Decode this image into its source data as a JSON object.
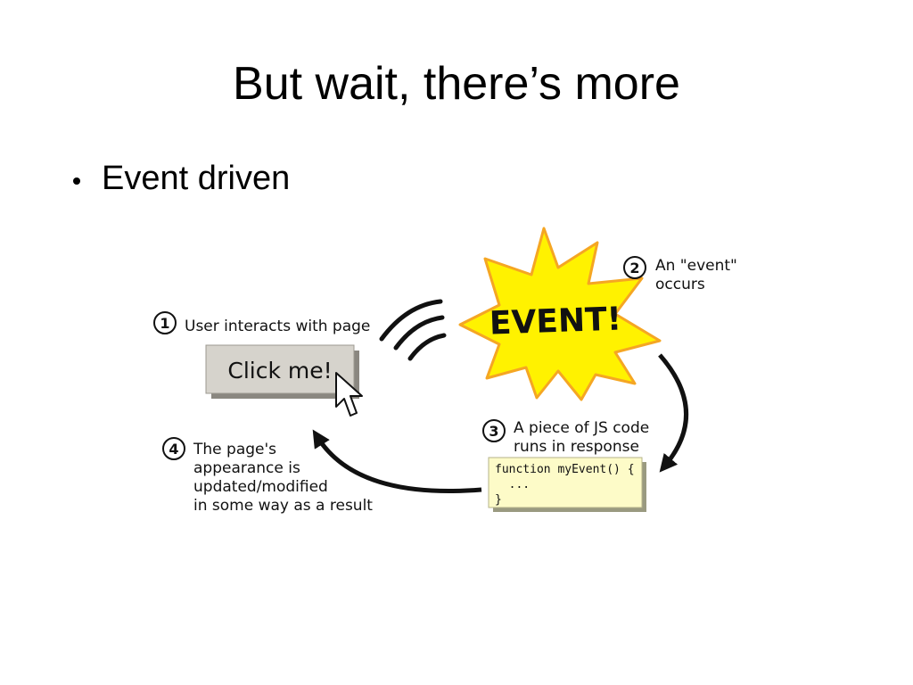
{
  "slide": {
    "title": "But wait, there’s more",
    "bullets": [
      "Event driven"
    ]
  },
  "diagram": {
    "steps": [
      {
        "number": "1",
        "lines": [
          "User interacts with page"
        ]
      },
      {
        "number": "2",
        "lines": [
          "An \"event\"",
          "occurs"
        ]
      },
      {
        "number": "3",
        "lines": [
          "A piece of JS code",
          "runs in response"
        ]
      },
      {
        "number": "4",
        "lines": [
          "The page's",
          "appearance is",
          "updated/modified",
          "in some way as a result"
        ]
      }
    ],
    "button_label": "Click me!",
    "burst_label": "EVENT!",
    "code_lines": [
      "function myEvent() {",
      "  ...",
      "}"
    ],
    "colors": {
      "burst_fill": "#fff200",
      "burst_stroke": "#f5a623",
      "button_fill": "#d6d3cc",
      "code_fill": "#fdfbc8"
    }
  }
}
